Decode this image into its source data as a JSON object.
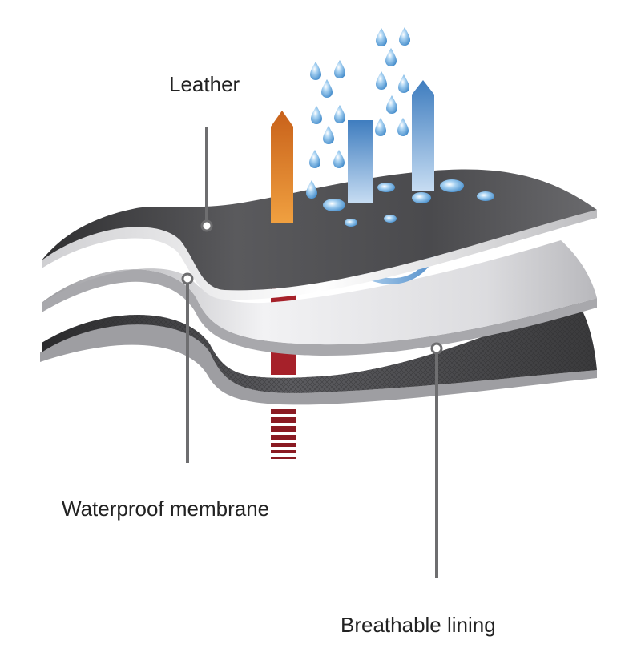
{
  "labels": {
    "leather": "Leather",
    "membrane": "Waterproof membrane",
    "lining": "Breathable lining"
  },
  "colors": {
    "leather_layer": "#4a4a4d",
    "membrane_layer": "#d9d9dc",
    "lining_layer": "#3a3a3c",
    "heat_arrow": "#e07a22",
    "heat_stripe": "#a6212a",
    "water_arrow": "#4a86c5",
    "droplet": "#7fb8e6",
    "callout_line": "#6e6e70"
  },
  "icons": [
    "water-droplet-icon",
    "heat-arrow-icon",
    "water-arrow-icon"
  ]
}
